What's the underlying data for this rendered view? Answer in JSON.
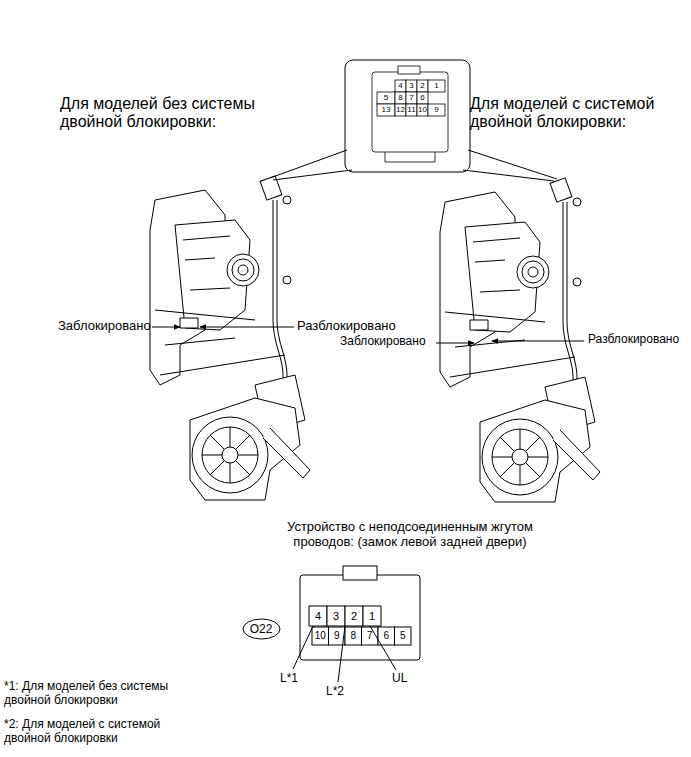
{
  "diagram": {
    "nodes": [
      {
        "text": [
          "O22"
        ]
      }
    ],
    "labels": [
      "Для моделей без системы двойной блокировки:",
      "Для моделей с системой двойной блокировки:",
      "Заблокировано",
      "Разблокировано",
      "Заблокировано",
      "Разблокировано",
      "4",
      "3",
      "2",
      "1",
      "5",
      "8",
      "7",
      "6",
      "13",
      "12",
      "11",
      "10",
      "9",
      "Устройство с неподсоединенным жгутом проводов: (замок левой задней двери)",
      "4",
      "3",
      "2",
      "1",
      "10",
      "9",
      "8",
      "7",
      "6",
      "5",
      "L*1",
      "L*2",
      "UL",
      "*1: Для моделей без системы двойной блокировки",
      "*2: Для моделей с системой двойной блокировки"
    ]
  }
}
